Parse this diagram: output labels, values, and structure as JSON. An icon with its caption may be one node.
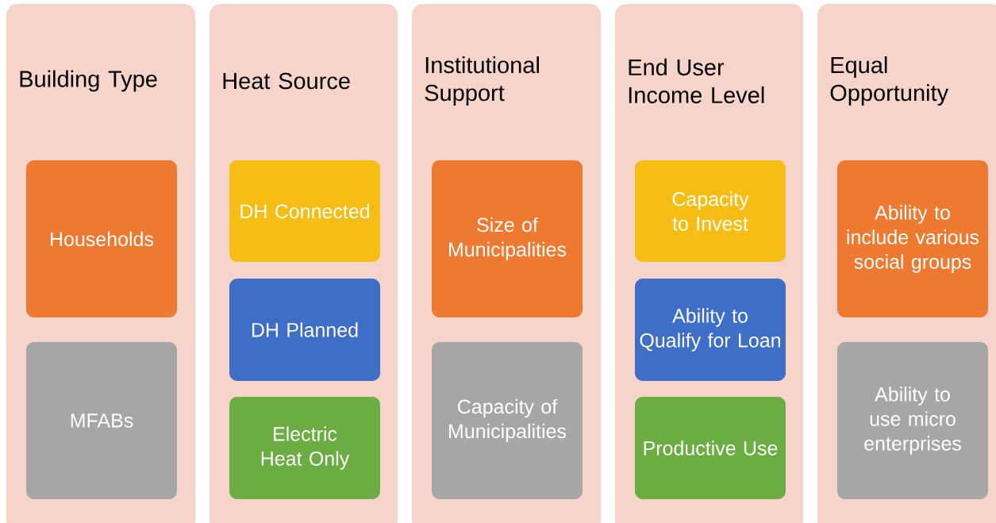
{
  "diagram": {
    "nodes": [
      {
        "text": [
          "Building Type"
        ]
      },
      {
        "text": [
          "Households"
        ],
        "in": 0
      },
      {
        "text": [
          "MFABs"
        ],
        "in": 0
      },
      {
        "text": [
          "Heat Source"
        ]
      },
      {
        "text": [
          "DH Connected"
        ],
        "in": 3
      },
      {
        "text": [
          "DH Planned"
        ],
        "in": 3
      },
      {
        "text": [
          "Electric Heat Only"
        ],
        "in": 3
      },
      {
        "text": [
          "Institutional Support"
        ]
      },
      {
        "text": [
          "Size of Municipalities"
        ],
        "in": 7
      },
      {
        "text": [
          "Capacity of Municipalities"
        ],
        "in": 7
      },
      {
        "text": [
          "End User Income Level"
        ]
      },
      {
        "text": [
          "Capacity to Invest"
        ],
        "in": 10
      },
      {
        "text": [
          "Ability to Qualify for Loan"
        ],
        "in": 10
      },
      {
        "text": [
          "Productive Use"
        ],
        "in": 10
      },
      {
        "text": [
          "Equal Opportunity"
        ]
      },
      {
        "text": [
          "Ability to include various social groups"
        ],
        "in": 14
      },
      {
        "text": [
          "Ability to use micro enterprises"
        ],
        "in": 14
      }
    ]
  }
}
